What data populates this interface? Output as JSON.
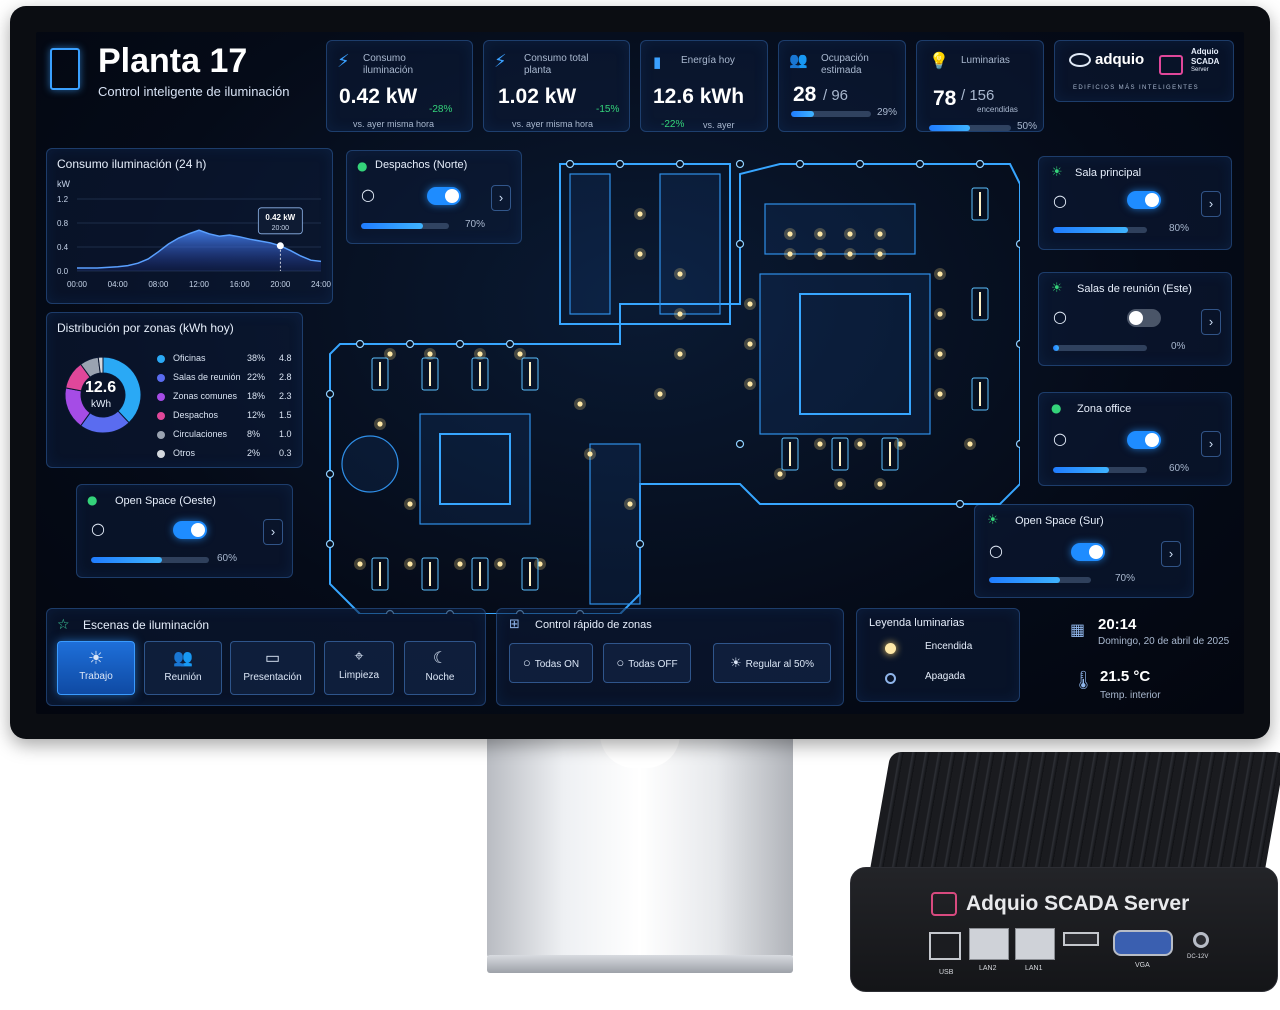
{
  "header": {
    "title": "Planta 17",
    "subtitle": "Control inteligente de iluminación"
  },
  "kpis": {
    "consumo_iluminacion": {
      "label": "Consumo iluminación",
      "value": "0.42 kW",
      "delta": "-28%",
      "compare": "vs. ayer misma hora"
    },
    "consumo_total": {
      "label": "Consumo total planta",
      "value": "1.02 kW",
      "delta": "-15%",
      "compare": "vs. ayer misma hora"
    },
    "energia_hoy": {
      "label": "Energía hoy",
      "value": "12.6 kWh",
      "delta": "-22%",
      "compare": "vs. ayer"
    },
    "ocupacion": {
      "label": "Ocupación estimada",
      "value": "28",
      "total": "/ 96",
      "percent": "29%",
      "fraction": 0.29
    },
    "luminarias": {
      "label": "Luminarias",
      "value": "78",
      "total": "/ 156",
      "sub": "encendidas",
      "percent": "50%",
      "fraction": 0.5
    }
  },
  "brand": {
    "name": "adquio",
    "product_line1": "Adquio",
    "product_line2": "SCADA",
    "product_line3": "Server",
    "tagline": "EDIFICIOS MÁS INTELIGENTES"
  },
  "chart_panel": {
    "title": "Consumo iluminación (24 h)",
    "unit": "kW",
    "tooltip_value": "0.42 kW",
    "tooltip_time": "20:00"
  },
  "chart_data": {
    "type": "area",
    "title": "Consumo iluminación (24 h)",
    "ylabel": "kW",
    "xlabel": "",
    "x": [
      "00:00",
      "01:00",
      "02:00",
      "03:00",
      "04:00",
      "05:00",
      "06:00",
      "07:00",
      "08:00",
      "09:00",
      "10:00",
      "11:00",
      "12:00",
      "13:00",
      "14:00",
      "15:00",
      "16:00",
      "17:00",
      "18:00",
      "19:00",
      "20:00",
      "21:00",
      "22:00",
      "23:00",
      "24:00"
    ],
    "values": [
      0.05,
      0.05,
      0.05,
      0.06,
      0.07,
      0.09,
      0.13,
      0.2,
      0.32,
      0.45,
      0.55,
      0.62,
      0.68,
      0.62,
      0.58,
      0.6,
      0.57,
      0.53,
      0.5,
      0.47,
      0.42,
      0.34,
      0.25,
      0.18,
      0.16
    ],
    "xticks": [
      "00:00",
      "04:00",
      "08:00",
      "12:00",
      "16:00",
      "20:00",
      "24:00"
    ],
    "yticks": [
      "0.0",
      "0.4",
      "0.8",
      "1.2"
    ],
    "ylim": [
      0,
      1.2
    ],
    "highlight_x": "20:00",
    "grid": true
  },
  "zones_panel": {
    "title": "Distribución por zonas (kWh hoy)",
    "total": "12.6",
    "total_unit": "kWh",
    "rows": [
      {
        "name": "Oficinas",
        "pct": "38%",
        "kwh": "4.8",
        "color": "#2aa9f5",
        "share": 0.38
      },
      {
        "name": "Salas de reunión",
        "pct": "22%",
        "kwh": "2.8",
        "color": "#5a6cf0",
        "share": 0.22
      },
      {
        "name": "Zonas comunes",
        "pct": "18%",
        "kwh": "2.3",
        "color": "#a54ce6",
        "share": 0.18
      },
      {
        "name": "Despachos",
        "pct": "12%",
        "kwh": "1.5",
        "color": "#e0479a",
        "share": 0.12
      },
      {
        "name": "Circulaciones",
        "pct": "8%",
        "kwh": "1.0",
        "color": "#9aa3b1",
        "share": 0.08
      },
      {
        "name": "Otros",
        "pct": "2%",
        "kwh": "0.3",
        "color": "#d4d8de",
        "share": 0.02
      }
    ]
  },
  "zone_cards": {
    "despachos_norte": {
      "name": "Despachos (Norte)",
      "level": "70%",
      "fraction": 0.7,
      "on": true
    },
    "open_space_oeste": {
      "name": "Open Space (Oeste)",
      "level": "60%",
      "fraction": 0.6,
      "on": true
    },
    "sala_principal": {
      "name": "Sala principal",
      "level": "80%",
      "fraction": 0.8,
      "on": true
    },
    "salas_reunion_este": {
      "name": "Salas de reunión (Este)",
      "level": "0%",
      "fraction": 0.0,
      "on": false
    },
    "zona_office": {
      "name": "Zona office",
      "level": "60%",
      "fraction": 0.6,
      "on": true
    },
    "open_space_sur": {
      "name": "Open Space (Sur)",
      "level": "70%",
      "fraction": 0.7,
      "on": true
    }
  },
  "scenes": {
    "title": "Escenas de iluminación",
    "items": [
      {
        "label": "Trabajo",
        "icon": "sun-icon"
      },
      {
        "label": "Reunión",
        "icon": "people-icon"
      },
      {
        "label": "Presentación",
        "icon": "projector-icon"
      },
      {
        "label": "Limpieza",
        "icon": "broom-icon"
      },
      {
        "label": "Noche",
        "icon": "moon-icon"
      }
    ]
  },
  "quick_control": {
    "title": "Control rápido de zonas",
    "all_on": "Todas ON",
    "all_off": "Todas OFF",
    "regulate": "Regular al 50%"
  },
  "legend": {
    "title": "Leyenda luminarias",
    "on": "Encendida",
    "off": "Apagada"
  },
  "status": {
    "time": "20:14",
    "date": "Domingo, 20 de abril de 2025",
    "temp": "21.5 °C",
    "temp_label": "Temp. interior"
  },
  "device": {
    "title": "Adquio SCADA Server",
    "ports": {
      "usb": "USB",
      "lan2": "LAN2",
      "lan1": "LAN1",
      "vga": "VGA",
      "dc": "DC-12V"
    }
  },
  "colors": {
    "accent": "#1e8cff",
    "glow": "#3fb4ff",
    "lamp_on": "#ffe9a8",
    "positive": "#34d37a"
  }
}
